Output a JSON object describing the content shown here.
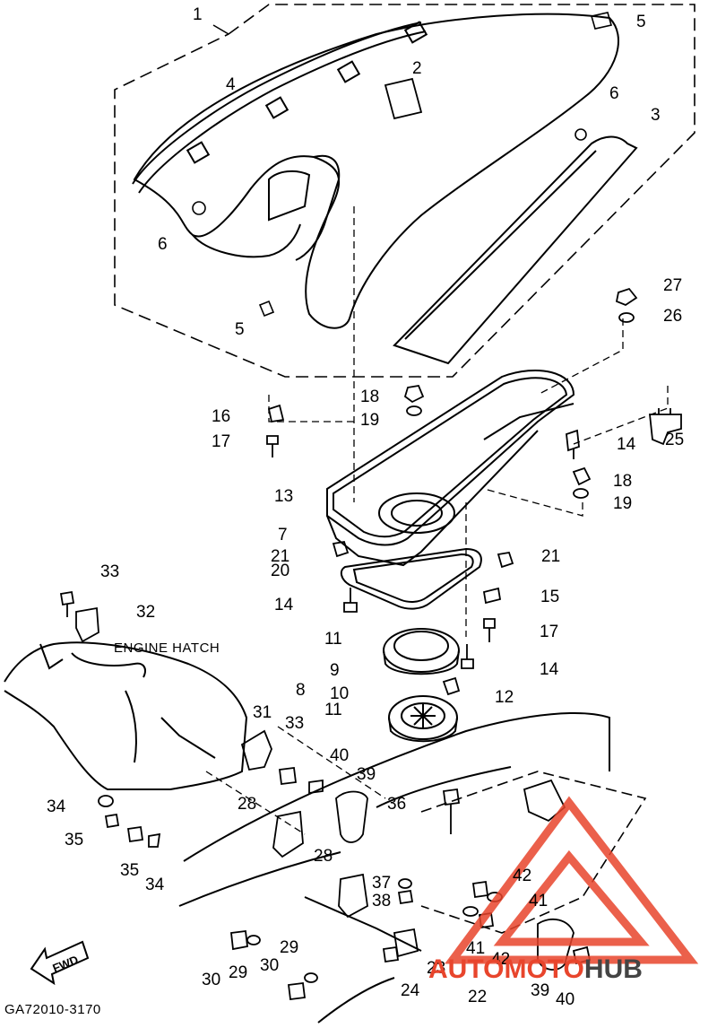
{
  "diagram": {
    "part_numbers": [
      "1",
      "2",
      "3",
      "4",
      "5",
      "5",
      "6",
      "6",
      "7",
      "8",
      "9",
      "10",
      "11",
      "11",
      "12",
      "13",
      "14",
      "14",
      "14",
      "15",
      "16",
      "17",
      "17",
      "18",
      "18",
      "19",
      "19",
      "20",
      "21",
      "21",
      "22",
      "23",
      "24",
      "25",
      "26",
      "27",
      "28",
      "28",
      "29",
      "29",
      "30",
      "30",
      "31",
      "32",
      "33",
      "33",
      "34",
      "34",
      "35",
      "35",
      "36",
      "37",
      "38",
      "39",
      "39",
      "40",
      "40",
      "41",
      "41",
      "42",
      "42"
    ],
    "engine_hatch_label": "ENGINE HATCH",
    "fwd_label": "FWD",
    "figure_code": "GA72010-3170"
  },
  "watermark": {
    "text_accent": "AUTOMOTO",
    "text_dark": "HUB",
    "accent_color": "#e8452c",
    "dark_color": "#444444"
  }
}
